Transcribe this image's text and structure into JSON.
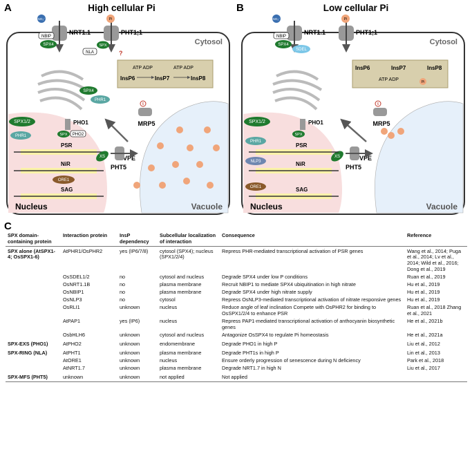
{
  "panel_a": {
    "letter": "A",
    "title": "High cellular Pi",
    "labels": {
      "no3": "NO₃⁻",
      "pi": "Pi",
      "nrt": "NRT1.1",
      "pht": "PHT1;1",
      "cytosol": "Cytosol",
      "nbip": "NBIP",
      "spx4": "SPX4",
      "nla": "NLA",
      "spx": "SPX",
      "q": "?",
      "phr1": "PHR1",
      "atp": "ATP ADP",
      "atp2": "ATP ADP",
      "ip6": "InsP6",
      "ip7": "InsP7",
      "ip8": "InsP8",
      "six": "6",
      "mrp5": "MRP5",
      "spx12": "SPX1/2",
      "pho1": "PHO1",
      "pho2": "PHO2",
      "vpe": "VPE",
      "xs": "XS",
      "psr": "PSR",
      "nir": "NiR",
      "ore1": "ORE1",
      "sag": "SAG",
      "pht5": "PHT5",
      "nucleus": "Nucleus",
      "vacuole": "Vacuole"
    }
  },
  "panel_b": {
    "letter": "B",
    "title": "Low cellular Pi",
    "labels": {
      "no3": "NO₃⁻",
      "pi": "Pi",
      "nrt": "NRT1.1",
      "pht": "PHT1;1",
      "cytosol": "Cytosol",
      "nbip": "NBIP",
      "spx4": "SPX4",
      "sdel": "SDEL",
      "ip6": "InsP6",
      "ip7": "InsP7",
      "ip8": "InsP8",
      "atp": "ATP ADP",
      "six": "6",
      "mrp5": "MRP5",
      "spx12": "SPX1/2",
      "pho1": "PHO1",
      "spx": "SPX",
      "vpe": "VPE",
      "xs": "XS",
      "phr1": "PHR1",
      "psr": "PSR",
      "nlp3": "NLP3",
      "nir": "NiR",
      "pht5": "PHT5",
      "ore1": "ORE1",
      "sag": "SAG",
      "nucleus": "Nucleus",
      "vacuole": "Vacuole"
    }
  },
  "panel_c": {
    "letter": "C",
    "headers": [
      "SPX domain-containing protein",
      "Interaction protein",
      "InsP dependency",
      "Subcellular localization of interaction",
      "Consequence",
      "Reference"
    ],
    "rows": [
      {
        "group": "SPX alone (AtSPX1-4; OsSPX1-6)",
        "protein": "AtPHR1/OsPHR2",
        "insp": "yes (IP6/7/8)",
        "loc": "cytosol (SPX4); nucleus (SPX1/2/4)",
        "consequence": "Repress PHR-mediated transcriptional activation of PSR genes",
        "ref": "Wang et al., 2014; Puga et al., 2014; Lv et al., 2014; Wild et al., 2016; Dong et al., 2019"
      },
      {
        "group": "",
        "protein": "OsSDEL1/2",
        "insp": "no",
        "loc": "cytosol and nucleus",
        "consequence": "Degrade SPX4 under low P conditions",
        "ref": "Ruan et al., 2019"
      },
      {
        "group": "",
        "protein": "OsNRT1.1B",
        "insp": "no",
        "loc": "plasma membrane",
        "consequence": "Recruit NBIP1 to mediate SPX4 ubiquitination in high nitrate",
        "ref": "Hu et al., 2019"
      },
      {
        "group": "",
        "protein": "OsNBIP1",
        "insp": "no",
        "loc": "plasma membrane",
        "consequence": "Degrade SPX4 under high nitrate supply",
        "ref": "Hu et al., 2019"
      },
      {
        "group": "",
        "protein": "OsNLP3",
        "insp": "no",
        "loc": "cytosol",
        "consequence": "Repress OsNLP3-mediated transcriptional activation of nitrate responsive genes",
        "ref": "Hu et al., 2019"
      },
      {
        "group": "",
        "protein": "OsRLI1",
        "insp": "unknown",
        "loc": "nucleus",
        "consequence": "Reduce angle of leaf inclination Compete with OsPHR2 for binding to OsSPX1/2/4 to enhance PSR",
        "ref": "Ruan et al., 2018 Zhang et al., 2021"
      },
      {
        "group": "",
        "protein": "AtPAP1",
        "insp": "yes (IP6)",
        "loc": "nucleus",
        "consequence": "Repress PAP1-mediated transcriptional activation of anthocyanin biosynthetic genes",
        "ref": "He et al., 2021b"
      },
      {
        "group": "",
        "protein": "OsbHLH6",
        "insp": "unknown",
        "loc": "cytosol and nucleus",
        "consequence": "Antagonize OsSPX4 to regulate Pi homeostasis",
        "ref": "He et al., 2021a"
      },
      {
        "group": "SPX-EXS (PHO1)",
        "protein": "AtPHO2",
        "insp": "unknown",
        "loc": "endomembrane",
        "consequence": "Degrade PHO1 in high P",
        "ref": "Liu et al., 2012"
      },
      {
        "group": "SPX-RING (NLA)",
        "protein": "AtPHT1",
        "insp": "unknown",
        "loc": "plasma membrane",
        "consequence": "Degrade PHT1s in high P",
        "ref": "Lin et al., 2013"
      },
      {
        "group": "",
        "protein": "AtORE1",
        "insp": "unknown",
        "loc": "nucleus",
        "consequence": "Ensure orderly progression of senescence during N deficiency",
        "ref": "Park et al., 2018"
      },
      {
        "group": "",
        "protein": "AtNRT1.7",
        "insp": "unknown",
        "loc": "plasma membrane",
        "consequence": "Degrade NRT1.7 in high N",
        "ref": "Liu et al., 2017"
      },
      {
        "group": "SPX-MFS (PHT5)",
        "protein": "unknown",
        "insp": "unknown",
        "loc": "not applied",
        "consequence": "Not applied",
        "ref": ""
      }
    ]
  },
  "colors": {
    "spx_green": "#1f7a2e",
    "phr_teal": "#5aa7a3",
    "ore_brown": "#8a5a2b",
    "nlp_blue": "#6f87b0",
    "sdel_blue": "#7cc7e8",
    "gene_yellow": "#fbf2a8",
    "nucleus_pink": "#f8dede",
    "vacuole_blue": "#e6f0fa",
    "box_tan": "#d8cfad",
    "pi_orange": "#f0a57a",
    "red": "#c0392b"
  }
}
